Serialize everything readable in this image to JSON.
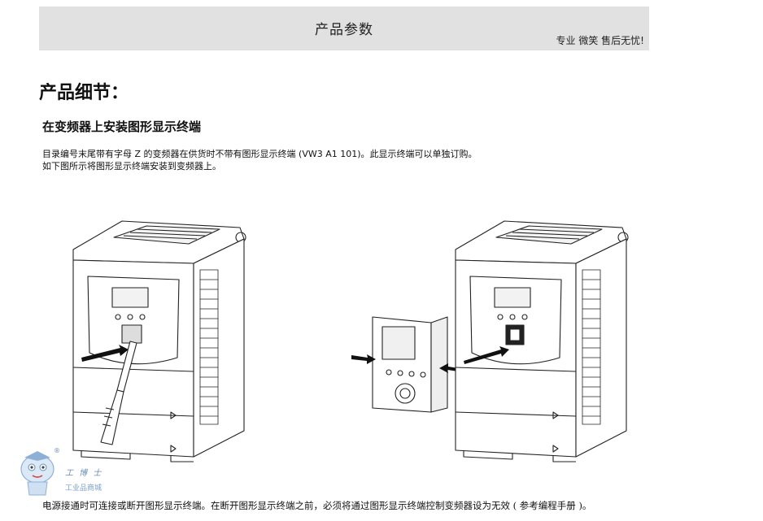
{
  "banner": {
    "title": "产品参数",
    "slogan": "专业  微笑  售后无忧!"
  },
  "section_title": "产品细节：",
  "subsection_title": "在变频器上安装图形显示终端",
  "paragraph": {
    "line1": "目录编号末尾带有字母 Z 的变频器在供货时不带有图形显示终端 (VW3 A1 101)。此显示终端可以单独订购。",
    "line2": "如下图所示将图形显示终端安装到变频器上。"
  },
  "caption": "电源接通时可连接或断开图形显示终端。在断开图形显示终端之前，必须将通过图形显示终端控制变频器设为无效 ( 参考编程手册 )。",
  "watermark": {
    "brand": "工 博 士",
    "subtitle": "工业品商城",
    "registered": "®"
  }
}
